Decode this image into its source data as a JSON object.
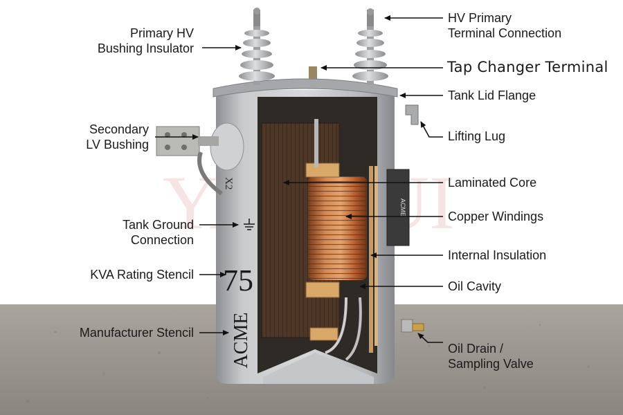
{
  "labels": {
    "primary_hv_bushing": [
      "Primary HV",
      "Bushing Insulator"
    ],
    "hv_primary_terminal": [
      "HV Primary",
      "Terminal Connection"
    ],
    "tap_changer": [
      "Tap Changer Terminal"
    ],
    "tank_lid_flange": [
      "Tank Lid Flange"
    ],
    "secondary_lv_bushing": [
      "Secondary",
      "LV Bushing"
    ],
    "lifting_lug": [
      "Lifting Lug"
    ],
    "laminated_core": [
      "Laminated Core"
    ],
    "copper_windings": [
      "Copper Windings"
    ],
    "tank_ground": [
      "Tank Ground",
      "Connection"
    ],
    "internal_insulation": [
      "Internal Insulation"
    ],
    "kva_stencil": [
      "KVA Rating Stencil"
    ],
    "oil_cavity": [
      "Oil Cavity"
    ],
    "manufacturer_stencil": [
      "Manufacturer Stencil"
    ],
    "oil_drain": [
      "Oil Drain /",
      "Sampling Valve"
    ]
  },
  "stencils": {
    "kva": "75",
    "manufacturer": "ACME",
    "bushing_mark": "X2",
    "nameplate_brand": "ACME"
  },
  "watermark": "YAOHUI",
  "colors": {
    "tank": "#b9bbbd",
    "core": "#4a3424",
    "copper": "#b8683a",
    "floor": "#9c9891",
    "arrow": "#111111"
  }
}
